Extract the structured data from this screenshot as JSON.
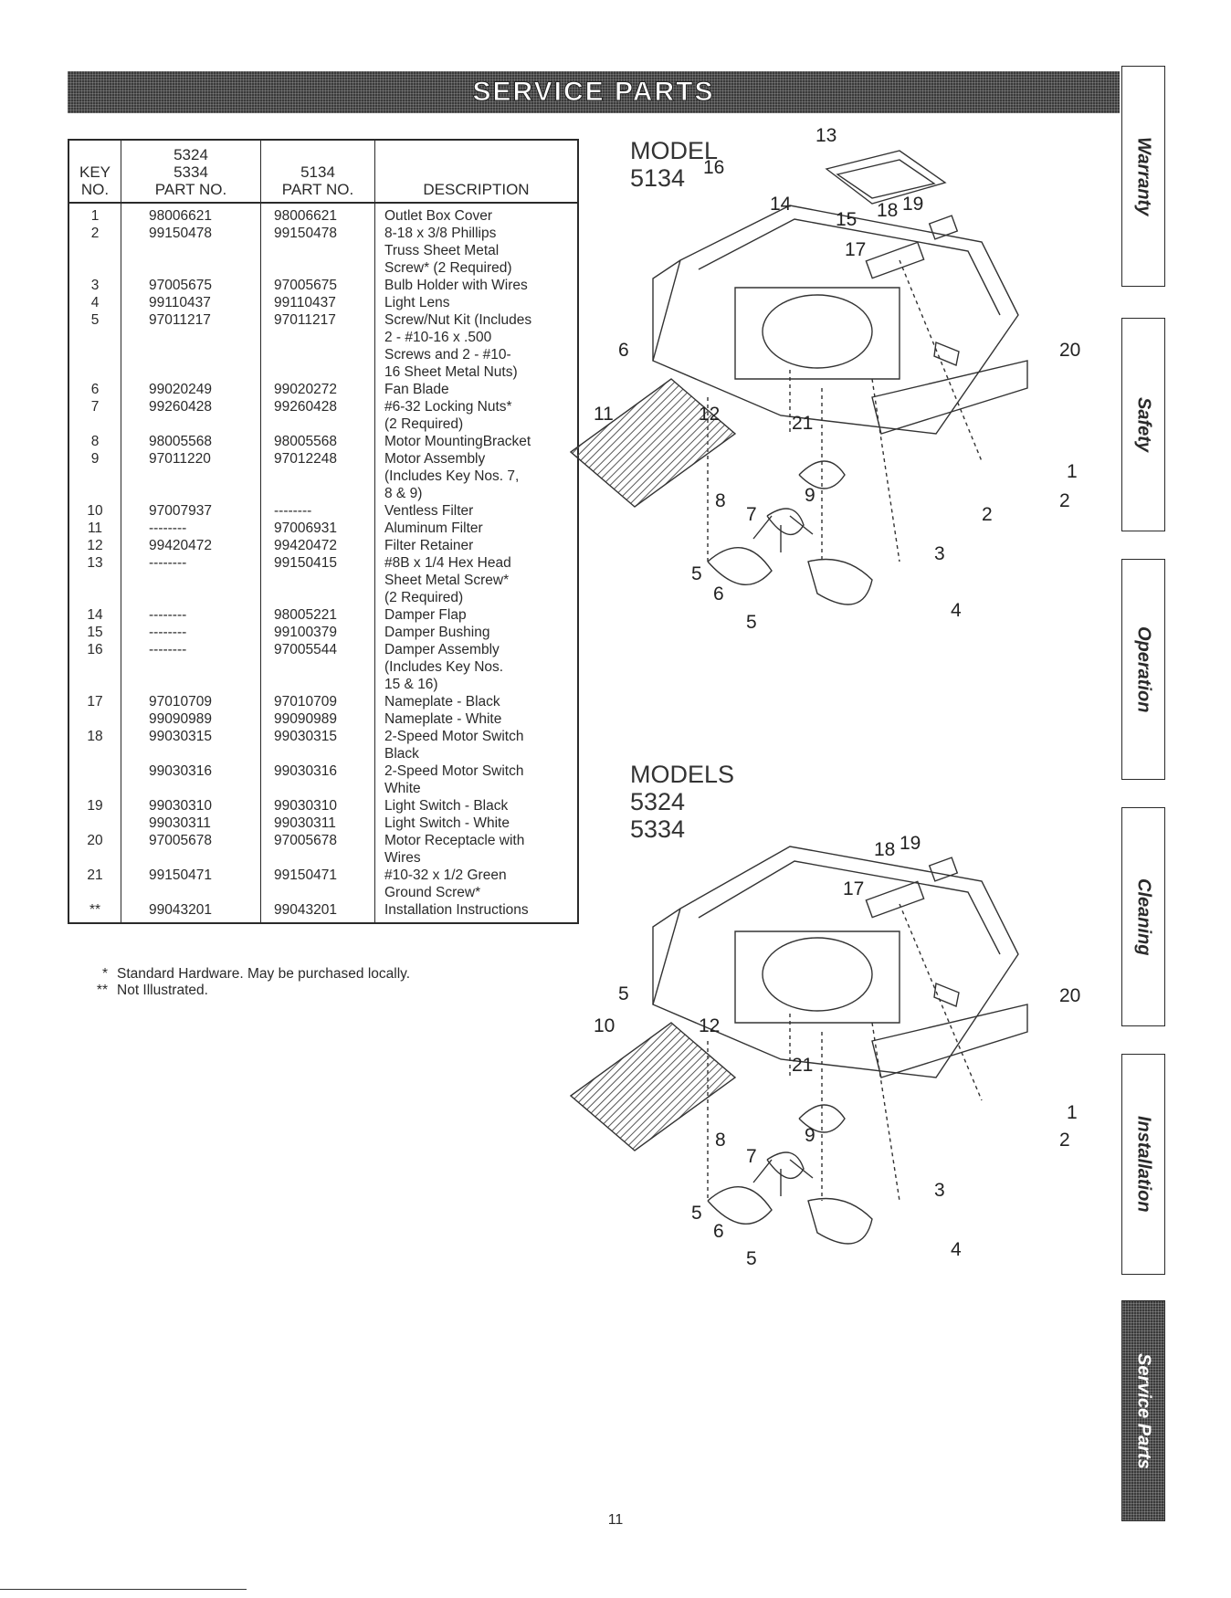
{
  "banner": {
    "title": "SERVICE PARTS"
  },
  "table": {
    "headers": {
      "key": [
        "KEY",
        "NO."
      ],
      "part1": [
        "5324",
        "5334",
        "PART NO."
      ],
      "part2": [
        "5134",
        "PART NO."
      ],
      "desc": "DESCRIPTION"
    },
    "rows": [
      {
        "key": "1",
        "p1": "98006621",
        "p2": "98006621",
        "desc": "Outlet Box Cover"
      },
      {
        "key": "2",
        "p1": "99150478",
        "p2": "99150478",
        "desc": "8-18 x 3/8 Phillips\n   Truss Sheet Metal\n   Screw* (2 Required)"
      },
      {
        "key": "3",
        "p1": "97005675",
        "p2": "97005675",
        "desc": "Bulb Holder with Wires"
      },
      {
        "key": "4",
        "p1": "99110437",
        "p2": "99110437",
        "desc": "Light Lens"
      },
      {
        "key": "5",
        "p1": "97011217",
        "p2": "97011217",
        "desc": "Screw/Nut Kit (Includes\n   2 - #10-16 x .500\n   Screws and 2 - #10-\n   16 Sheet Metal Nuts)"
      },
      {
        "key": "6",
        "p1": "99020249",
        "p2": "99020272",
        "desc": "Fan Blade"
      },
      {
        "key": "7",
        "p1": "99260428",
        "p2": "99260428",
        "desc": "#6-32 Locking Nuts*\n   (2 Required)"
      },
      {
        "key": "8",
        "p1": "98005568",
        "p2": "98005568",
        "desc": "Motor MountingBracket"
      },
      {
        "key": "9",
        "p1": "97011220",
        "p2": "97012248",
        "desc": "Motor Assembly\n   (Includes Key Nos. 7,\n   8 & 9)"
      },
      {
        "key": "10",
        "p1": "97007937",
        "p2": "--------",
        "desc": "Ventless Filter"
      },
      {
        "key": "11",
        "p1": "--------",
        "p2": "97006931",
        "desc": "Aluminum Filter"
      },
      {
        "key": "12",
        "p1": "99420472",
        "p2": "99420472",
        "desc": "Filter Retainer"
      },
      {
        "key": "13",
        "p1": "--------",
        "p2": "99150415",
        "desc": "#8B x 1/4 Hex Head\n   Sheet Metal Screw*\n   (2 Required)"
      },
      {
        "key": "14",
        "p1": "--------",
        "p2": "98005221",
        "desc": "Damper Flap"
      },
      {
        "key": "15",
        "p1": "--------",
        "p2": "99100379",
        "desc": "Damper Bushing"
      },
      {
        "key": "16",
        "p1": "--------",
        "p2": "97005544",
        "desc": "Damper Assembly\n   (Includes Key Nos.\n   15 & 16)"
      },
      {
        "key": "17",
        "p1": "97010709",
        "p2": "97010709",
        "desc": "Nameplate - Black"
      },
      {
        "key": "",
        "p1": "99090989",
        "p2": "99090989",
        "desc": "Nameplate - White"
      },
      {
        "key": "18",
        "p1": "99030315",
        "p2": "99030315",
        "desc": "2-Speed Motor Switch\n   Black"
      },
      {
        "key": "",
        "p1": "99030316",
        "p2": "99030316",
        "desc": "2-Speed Motor Switch\n   White"
      },
      {
        "key": "19",
        "p1": "99030310",
        "p2": "99030310",
        "desc": "Light Switch - Black"
      },
      {
        "key": "",
        "p1": "99030311",
        "p2": "99030311",
        "desc": "Light Switch - White"
      },
      {
        "key": "20",
        "p1": "97005678",
        "p2": "97005678",
        "desc": "Motor Receptacle with\n   Wires"
      },
      {
        "key": "21",
        "p1": "99150471",
        "p2": "99150471",
        "desc": "#10-32 x 1/2 Green\n   Ground Screw*"
      },
      {
        "key": "**",
        "p1": "99043201",
        "p2": "99043201",
        "desc": "Installation Instructions"
      }
    ]
  },
  "notes": [
    {
      "mark": "*",
      "text": "Standard Hardware. May be purchased locally."
    },
    {
      "mark": "**",
      "text": "Not Illustrated."
    }
  ],
  "diagram_top": {
    "title": "MODEL\n5134",
    "callouts": [
      "13",
      "16",
      "14",
      "15",
      "18",
      "19",
      "17",
      "20",
      "6",
      "11",
      "12",
      "21",
      "1",
      "9",
      "2",
      "8",
      "7",
      "2",
      "3",
      "5",
      "6",
      "5",
      "4"
    ]
  },
  "diagram_bottom": {
    "title": "MODELS\n5324\n5334",
    "callouts": [
      "18",
      "19",
      "17",
      "20",
      "5",
      "10",
      "12",
      "21",
      "1",
      "9",
      "2",
      "8",
      "7",
      "3",
      "5",
      "6",
      "5",
      "4"
    ]
  },
  "tabs": [
    {
      "label": "Warranty",
      "active": false
    },
    {
      "label": "Safety",
      "active": false
    },
    {
      "label": "Operation",
      "active": false
    },
    {
      "label": "Cleaning",
      "active": false
    },
    {
      "label": "Installation",
      "active": false
    },
    {
      "label": "Service Parts",
      "active": true
    }
  ],
  "page_number": "11"
}
